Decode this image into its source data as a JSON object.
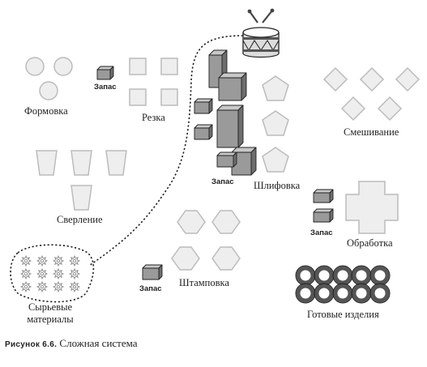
{
  "labels": {
    "molding": "Формовка",
    "cutting": "Резка",
    "mixing": "Смешивание",
    "drilling": "Сверление",
    "grinding": "Шлифовка",
    "processing": "Обработка",
    "stamping": "Штамповка",
    "raw_line1": "Сырьевые",
    "raw_line2": "материалы",
    "finished": "Готовые изделия",
    "stock": "Запас"
  },
  "caption": {
    "number": "Рисунок 6.6.",
    "text": "Сложная система"
  },
  "colors": {
    "light_fill": "#eeeeee",
    "light_stroke": "#bcbcbc",
    "cube_front": "#9a9a9a",
    "cube_top": "#c8c8c8",
    "cube_side": "#6e6e6e",
    "outline": "#222222"
  },
  "icons": [
    "drum-icon",
    "rope-path",
    "circle-icon",
    "square-icon",
    "pentagon-icon",
    "diamond-icon",
    "cup-icon",
    "hexagon-icon",
    "cross-icon",
    "ring-icon",
    "star-icon",
    "box-icon"
  ]
}
